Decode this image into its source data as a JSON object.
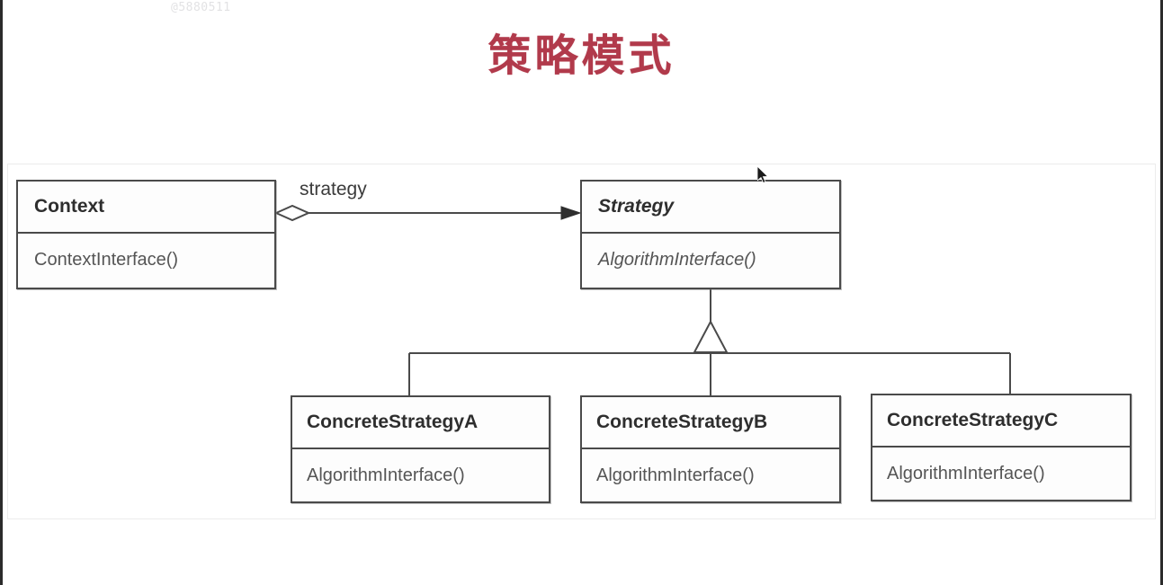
{
  "watermark": "@5880511",
  "title": "策略模式",
  "accent_color": "#b13a4b",
  "diagram": {
    "type": "uml-class-diagram",
    "classes": [
      {
        "id": "context",
        "name": "Context",
        "abstract": false,
        "operations": [
          "ContextInterface()"
        ]
      },
      {
        "id": "strategy",
        "name": "Strategy",
        "abstract": true,
        "operations": [
          "AlgorithmInterface()"
        ]
      },
      {
        "id": "concrete-strategy-a",
        "name": "ConcreteStrategyA",
        "abstract": false,
        "operations": [
          "AlgorithmInterface()"
        ]
      },
      {
        "id": "concrete-strategy-b",
        "name": "ConcreteStrategyB",
        "abstract": false,
        "operations": [
          "AlgorithmInterface()"
        ]
      },
      {
        "id": "concrete-strategy-c",
        "name": "ConcreteStrategyC",
        "abstract": false,
        "operations": [
          "AlgorithmInterface()"
        ]
      }
    ],
    "relations": [
      {
        "kind": "aggregation",
        "from": "context",
        "to": "strategy",
        "role_label": "strategy",
        "source_decoration": "hollow-diamond",
        "target_decoration": "filled-arrow"
      },
      {
        "kind": "generalization",
        "from": "concrete-strategy-a",
        "to": "strategy",
        "target_decoration": "hollow-triangle"
      },
      {
        "kind": "generalization",
        "from": "concrete-strategy-b",
        "to": "strategy",
        "target_decoration": "hollow-triangle"
      },
      {
        "kind": "generalization",
        "from": "concrete-strategy-c",
        "to": "strategy",
        "target_decoration": "hollow-triangle"
      }
    ]
  }
}
